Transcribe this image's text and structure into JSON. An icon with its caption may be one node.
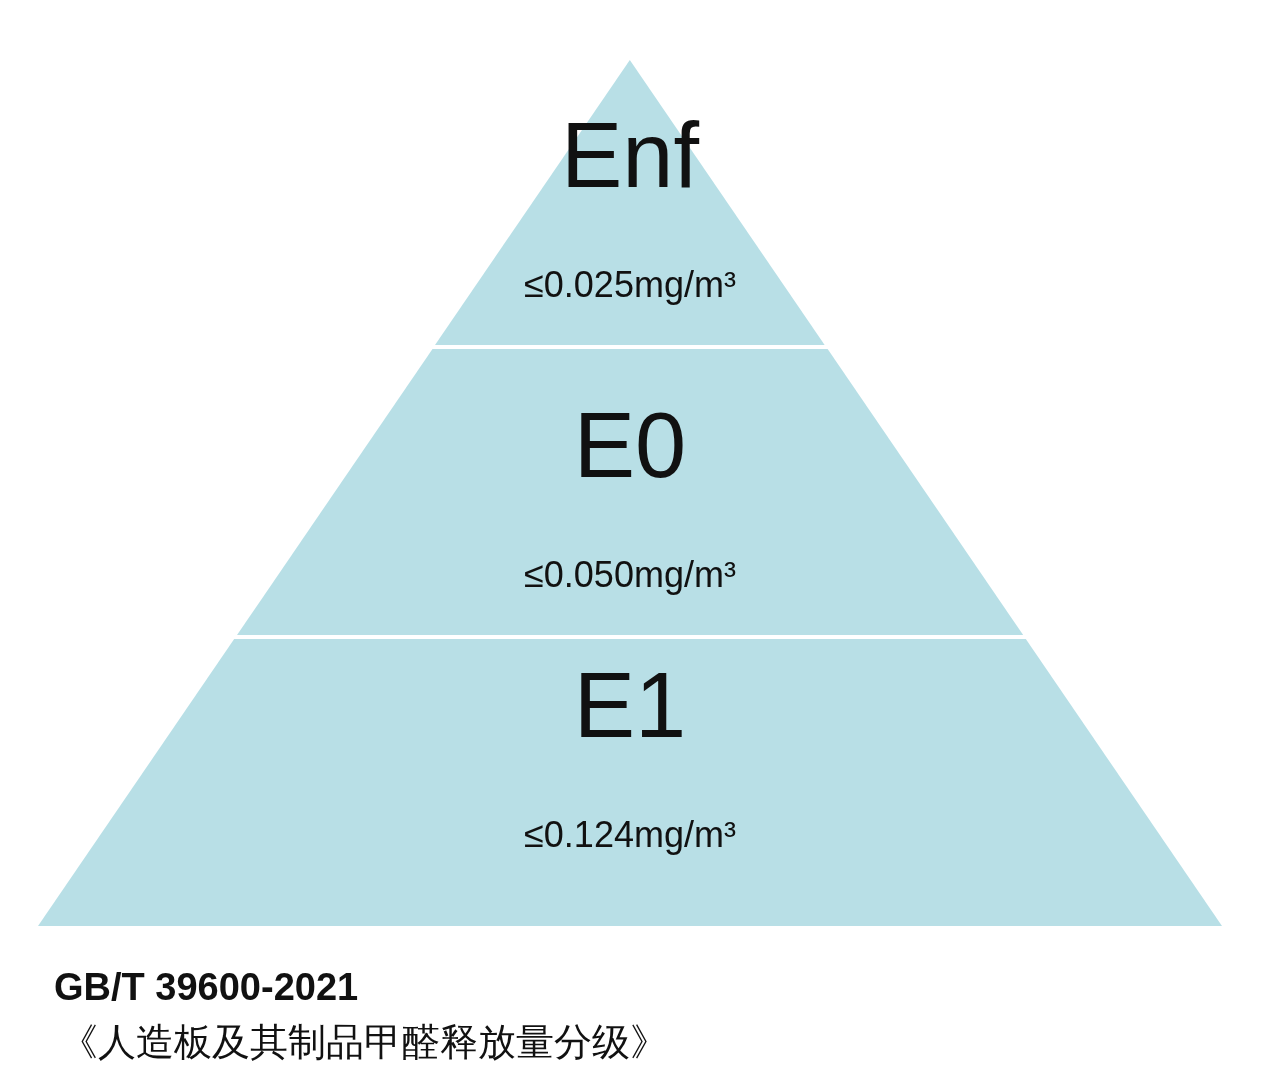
{
  "diagram": {
    "nodes": [
      {
        "text": [
          "Enf",
          "≤0.025mg/m³"
        ]
      },
      {
        "text": [
          "E0",
          "≤0.050mg/m³"
        ]
      },
      {
        "text": [
          "E1",
          "≤0.124mg/m³"
        ]
      }
    ],
    "labels": [
      "GB/T 39600-2021",
      "《人造板及其制品甲醛释放量分级》"
    ]
  }
}
